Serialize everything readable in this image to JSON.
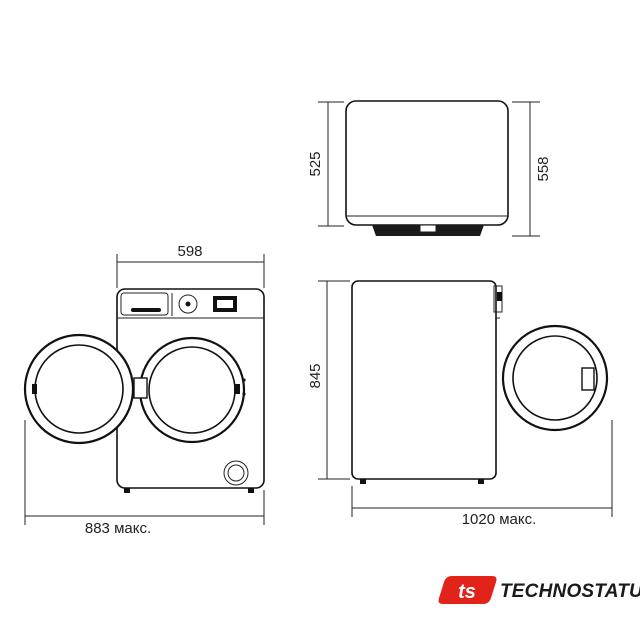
{
  "dimensions": {
    "width_front": "598",
    "depth_top_body": "525",
    "depth_top_total": "558",
    "height_side": "845",
    "width_door_open": "883 макс.",
    "depth_door_open": "1020 макс."
  },
  "brand": {
    "name": "TECHNOSTATUS",
    "logo_letters": "ts",
    "logo_color": "#e2231a"
  }
}
